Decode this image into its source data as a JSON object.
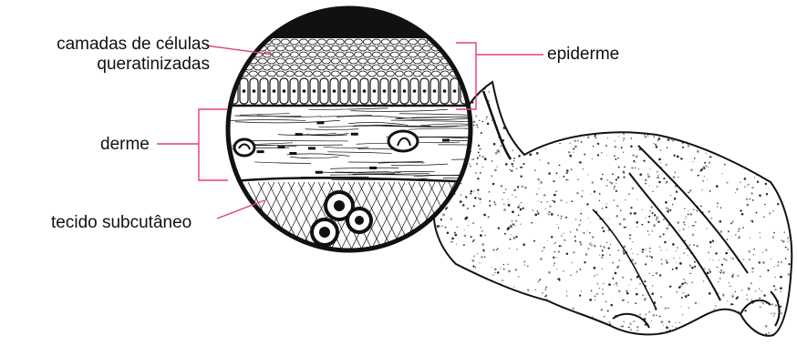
{
  "labels": {
    "keratinized_layers_line1": "camadas de células",
    "keratinized_layers_line2": "queratinizadas",
    "epidermis": "epiderme",
    "dermis": "derme",
    "subcutaneous_tissue": "tecido subcutâneo"
  },
  "colors": {
    "leader_line": "#e0407a",
    "ink": "#111111",
    "background": "#ffffff"
  }
}
